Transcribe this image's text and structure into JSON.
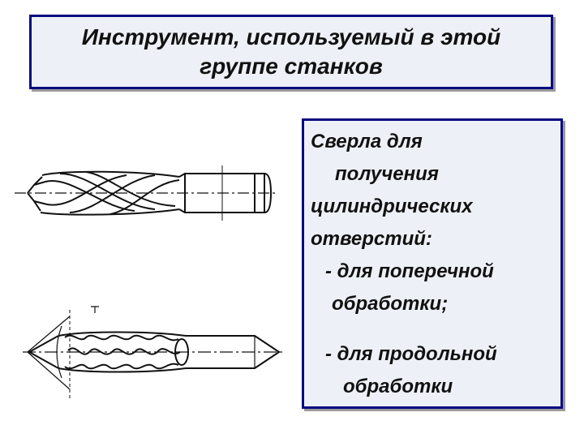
{
  "title": {
    "line1": "Инструмент, используемый в этой",
    "line2": "группе станков"
  },
  "description": {
    "lines": [
      "Сверла для",
      "получения",
      "цилиндрических",
      "отверстий:",
      "- для поперечной",
      "обработки;",
      "- для продольной",
      "обработки"
    ]
  },
  "illustrations": {
    "top": "drill-cylindrical-shank-icon",
    "bottom": "twist-drill-icon"
  }
}
